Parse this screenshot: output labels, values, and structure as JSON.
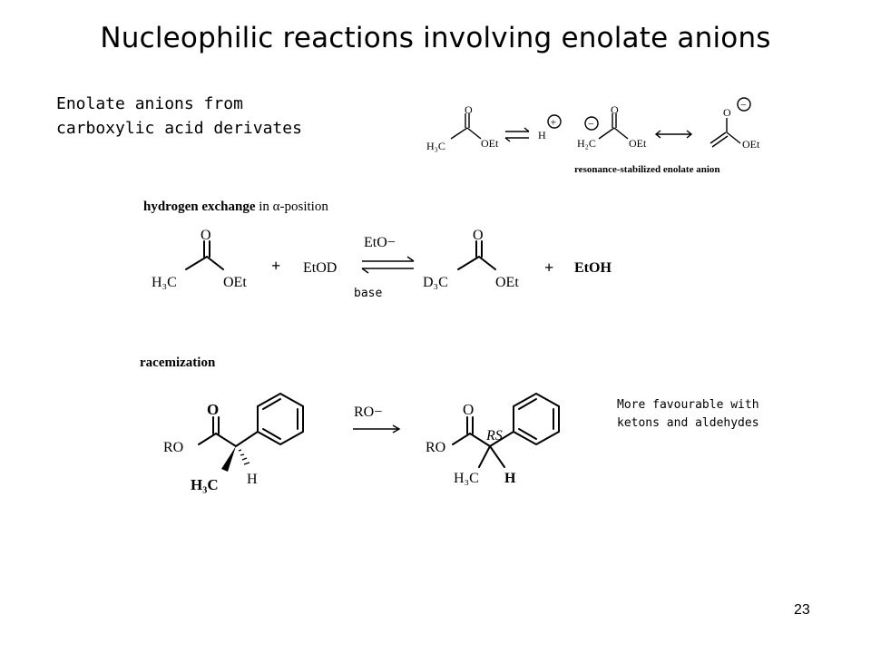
{
  "title": "Nucleophilic reactions involving enolate anions",
  "intro": {
    "line1": "Enolate anions from",
    "line2": "carboxylic acid derivates"
  },
  "resonance": {
    "ester_ch3": "H₃C",
    "ester_o": "O",
    "ester_oet": "OEt",
    "proton": "H",
    "plus_sign": "+",
    "minus_sign": "−",
    "enolate_ch2": "H₂C",
    "enolate_o": "O",
    "enolate_oet": "OEt",
    "alt_o": "O",
    "alt_oet": "OEt",
    "caption": "resonance-stabilized enolate anion"
  },
  "hydrogen_exchange": {
    "heading_bold": "hydrogen exchange",
    "heading_rest": "in α-position",
    "reactant_ch3": "H₃C",
    "reactant_o": "O",
    "reactant_oet": "OEt",
    "plus1": "+",
    "etod": "EtOD",
    "catalyst": "EtO−",
    "base_label": "base",
    "product_cd3": "D₃C",
    "product_o": "O",
    "product_oet": "OEt",
    "plus2": "+",
    "etoh": "EtOH"
  },
  "racemization": {
    "heading": "racemization",
    "reactant_o": "O",
    "reactant_ro": "RO",
    "reactant_ch3": "H₃C",
    "reactant_h": "H",
    "reagent": "RO−",
    "product_o": "O",
    "product_ro": "RO",
    "product_rs": "RS",
    "product_ch3": "H₃C",
    "product_h": "H"
  },
  "side_note": {
    "line1": "More favourable with",
    "line2": "ketons and aldehydes"
  },
  "slide_number": "23"
}
